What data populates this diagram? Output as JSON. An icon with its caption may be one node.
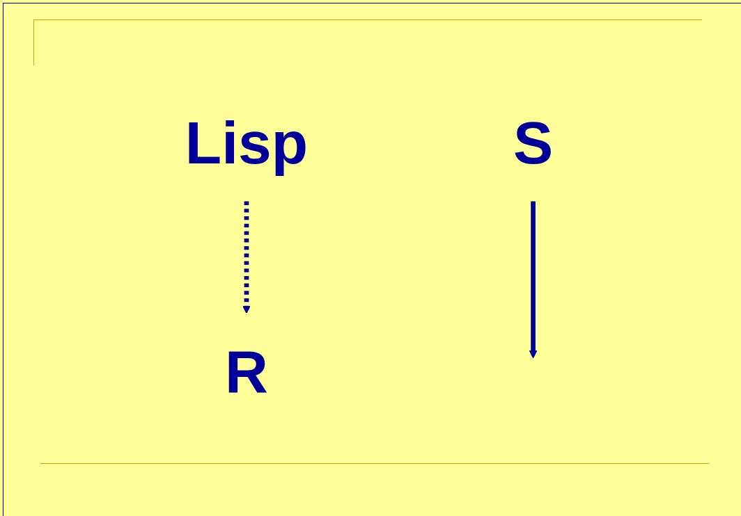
{
  "diagram": {
    "nodes": [
      {
        "text": [
          "Lisp"
        ]
      },
      {
        "text": [
          "S"
        ]
      },
      {
        "text": [
          "R"
        ]
      }
    ],
    "edges": [
      {
        "from": 0,
        "to": 2,
        "arrow": "to",
        "style": "dashed"
      },
      {
        "from": 1,
        "to": null,
        "arrow": "to"
      }
    ]
  }
}
